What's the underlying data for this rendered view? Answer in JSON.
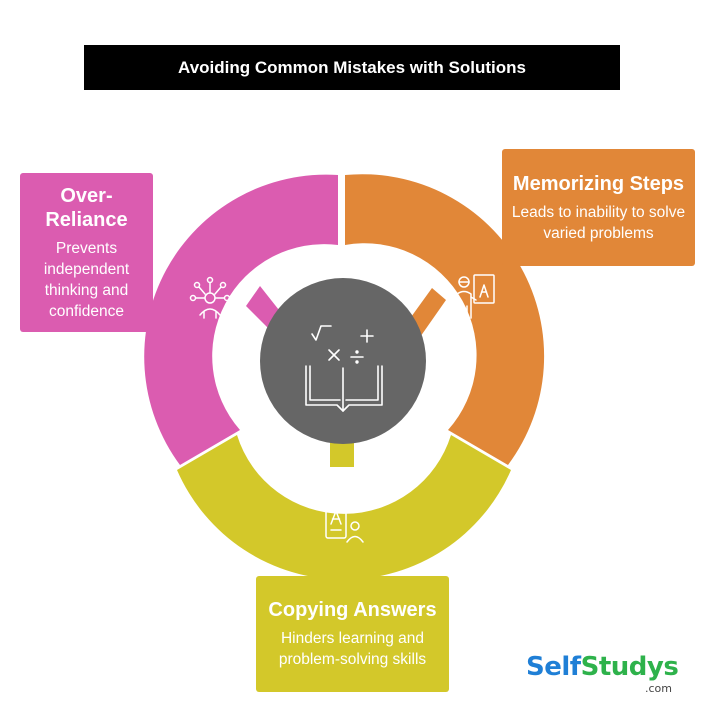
{
  "title": "Avoiding Common Mistakes with Solutions",
  "colors": {
    "pink": "#db5cb0",
    "orange": "#e18738",
    "yellow": "#d3c82a",
    "center": "#666666"
  },
  "segments": [
    {
      "heading": "Over-\nReliance",
      "description": "Prevents independent thinking and confidence",
      "icon": "network-person-icon"
    },
    {
      "heading": "Memorizing Steps",
      "description": "Leads to inability to solve varied problems",
      "icon": "teacher-board-icon"
    },
    {
      "heading": "Copying Answers",
      "description": "Hinders learning and problem-solving skills",
      "icon": "document-person-icon"
    }
  ],
  "center_icon": "math-book-icon",
  "logo": {
    "self": "Self",
    "studys": "Studys",
    "domain": ".com"
  }
}
